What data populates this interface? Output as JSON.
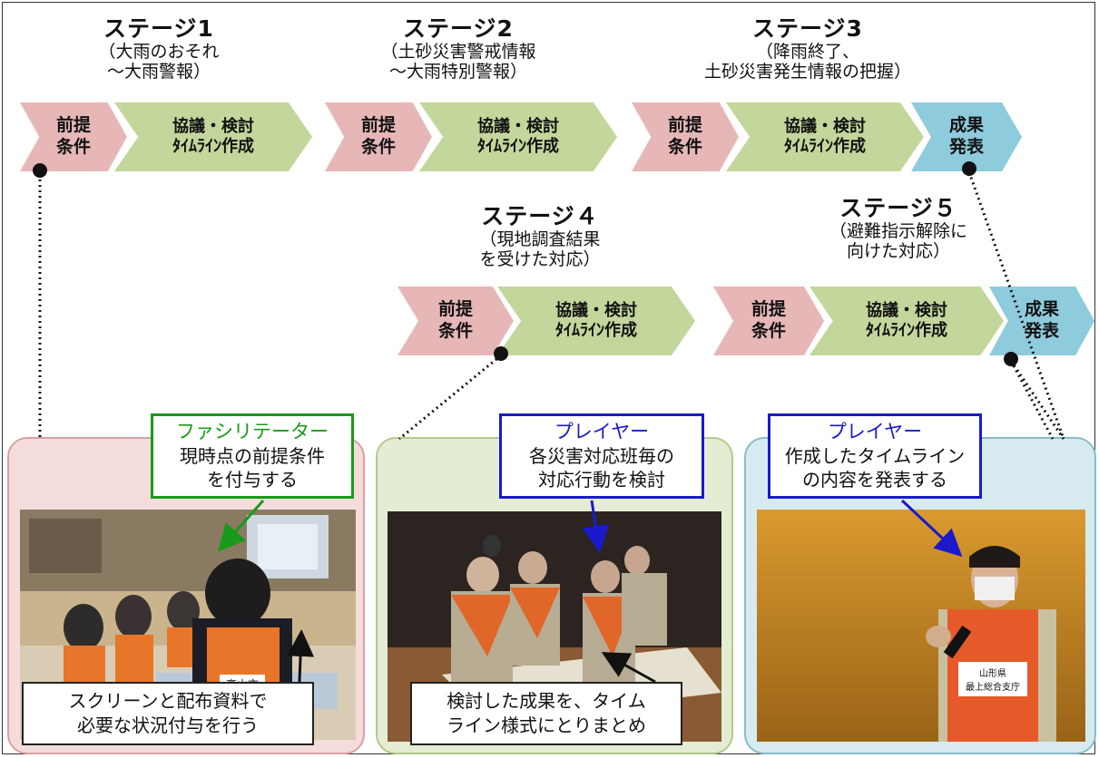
{
  "stages": [
    {
      "title": "ステージ1",
      "sub1": "（大雨のおそれ",
      "sub2": "～大雨警報）"
    },
    {
      "title": "ステージ2",
      "sub1": "（土砂災害警戒情報",
      "sub2": "～大雨特別警報）"
    },
    {
      "title": "ステージ3",
      "sub1": "（降雨終了、",
      "sub2": "土砂災害発生情報の把握）"
    },
    {
      "title": "ステージ４",
      "sub1": "（現地調査結果",
      "sub2": "を受けた対応）"
    },
    {
      "title": "ステージ５",
      "sub1": "（避難指示解除に",
      "sub2": "向けた対応）"
    }
  ],
  "steps": {
    "premise_1": "前提",
    "premise_2": "条件",
    "discuss_1": "協議・検討",
    "discuss_2": "ﾀｲﾑﾗｲﾝ作成",
    "result_1": "成果",
    "result_2": "発表"
  },
  "panels": {
    "facilitator": {
      "role": "ファシリテーター",
      "line1": "現時点の前提条件",
      "line2": "を付与する",
      "note1": "スクリーンと配布資料で",
      "note2": "必要な状況付与を行う"
    },
    "player_discuss": {
      "role": "プレイヤー",
      "line1": "各災害対応班毎の",
      "line2": "対応行動を検討",
      "note1": "検討した成果を、タイム",
      "note2": "ライン様式にとりまとめ"
    },
    "player_present": {
      "role": "プレイヤー",
      "line1": "作成したタイムライン",
      "line2": "の内容を発表する"
    }
  },
  "photo_text": {
    "vest_left": "高山市",
    "vest_right_1": "山形県",
    "vest_right_2": "最上総合支庁"
  },
  "colors": {
    "premise": "#e7b7b8",
    "discuss": "#c3d69b",
    "result": "#8ecbdc",
    "facilitator_border": "#1a9a1a",
    "player_border": "#1a1acc",
    "player_text": "#1a1acc",
    "facilitator_text": "#1a9a1a"
  }
}
